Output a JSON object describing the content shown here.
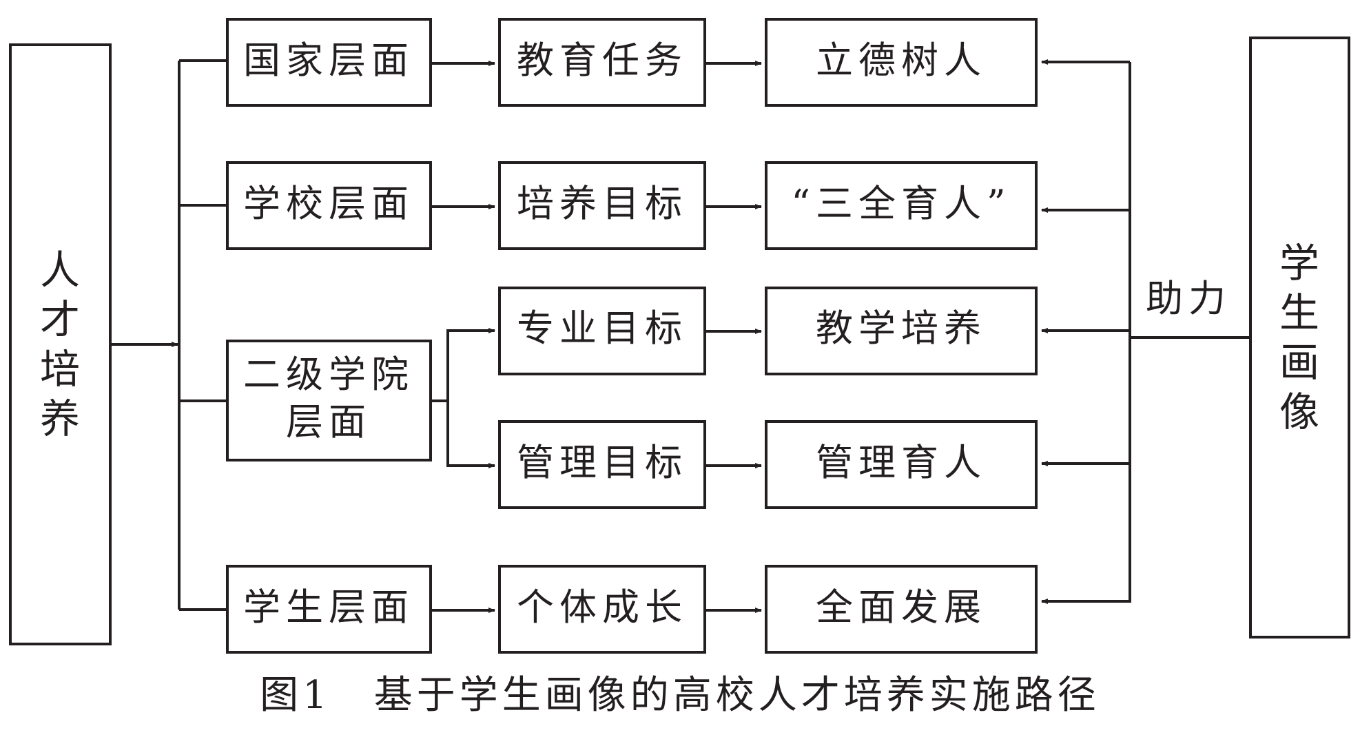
{
  "left_box": {
    "label": "人才培养"
  },
  "right_box": {
    "label": "学生画像"
  },
  "assist_label": "助力",
  "levels": [
    {
      "name": "国家层面",
      "target": "教育任务",
      "outcome": "立德树人"
    },
    {
      "name": "学校层面",
      "target": "培养目标",
      "outcome": "“三全育人”"
    },
    {
      "name_line1": "二级学院",
      "name_line2": "层面",
      "targets": [
        {
          "target": "专业目标",
          "outcome": "教学培养"
        },
        {
          "target": "管理目标",
          "outcome": "管理育人"
        }
      ]
    },
    {
      "name": "学生层面",
      "target": "个体成长",
      "outcome": "全面发展"
    }
  ],
  "caption": "图1　基于学生画像的高校人才培养实施路径"
}
